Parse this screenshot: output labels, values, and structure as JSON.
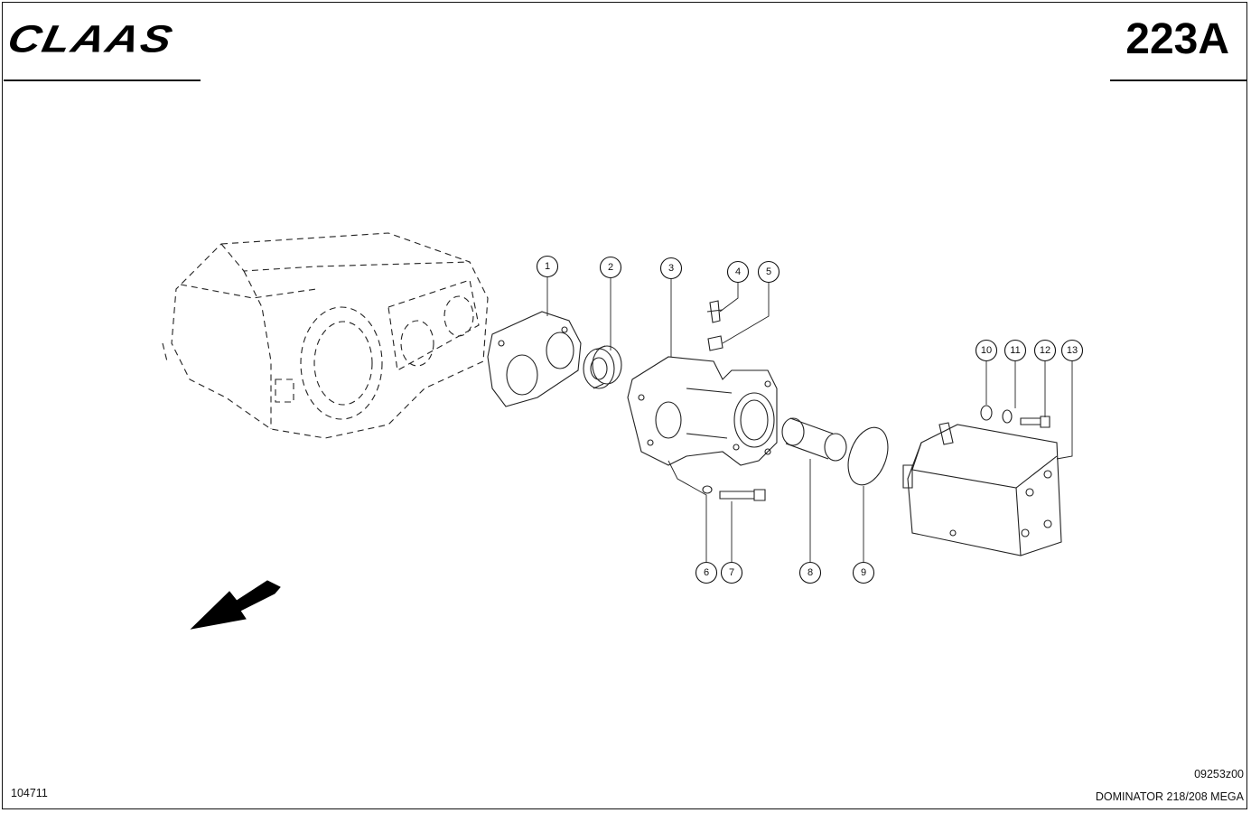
{
  "header": {
    "logo": "CLAAS",
    "page_code": "223A"
  },
  "footer": {
    "left_number": "104711",
    "drawing_code": "09253z00",
    "model": "DOMINATOR 218/208 MEGA"
  },
  "callouts": [
    "1",
    "2",
    "3",
    "4",
    "5",
    "6",
    "7",
    "8",
    "9",
    "10",
    "11",
    "12",
    "13"
  ],
  "icons": {
    "direction_arrow": "arrow-down-left-icon"
  }
}
